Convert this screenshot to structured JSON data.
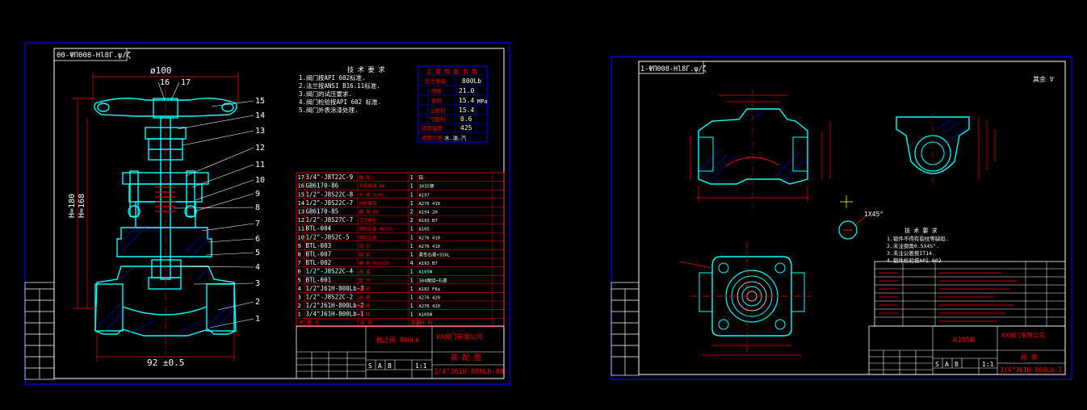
{
  "colors": {
    "frame": "#0000ff",
    "border": "#ffffff",
    "body": "#00ffff",
    "dim": "#ff0000",
    "text": "#ffffff",
    "yellow": "#ffff00",
    "green": "#00ff00"
  },
  "sheet1": {
    "code_mirror": "00-ΨΠ008-Hl8Γ.ψ/ζ",
    "dim_top": "ø100",
    "dim_bottom": "92 ±0.5",
    "dim_h1": "H≈180",
    "dim_h2": "H≈168",
    "part_numbers": [
      "17",
      "16",
      "15",
      "14",
      "13",
      "12",
      "11",
      "10",
      "9",
      "8",
      "7",
      "6",
      "5",
      "4",
      "3",
      "2",
      "1"
    ],
    "notes_title": "技 术 要 求",
    "notes": [
      "1.阀门按API 602标准.",
      "2.法兰按ANSI B16.11标准.",
      "3.阀门的试压要求.",
      "4.阀门检验按API 602 标准.",
      "5.阀门外表涂漆处理."
    ],
    "spec": {
      "title": "主 要 性 能 参 数",
      "class_label": "压力等级",
      "class_value": "800Lb",
      "rows": [
        {
          "label": "壳体",
          "value": "21.0",
          "unit": ""
        },
        {
          "label": "密封",
          "value": "15.4",
          "unit": "MPa"
        },
        {
          "label": "上密封",
          "value": "15.4",
          "unit": ""
        },
        {
          "label": "气密封",
          "value": "0.6",
          "unit": ""
        }
      ],
      "temp_label": "适用温度",
      "temp_value": "425",
      "medium_label": "适用介质",
      "medium_value": "水.油.汽"
    },
    "bom": [
      {
        "no": "17",
        "code": "3/4\"-J8T22C-9",
        "name": "螺 母",
        "qty": "1",
        "mat": "铝"
      },
      {
        "no": "16",
        "code": "GB6170-86",
        "name": "手轮螺母 M8",
        "qty": "1",
        "mat": "1035钢"
      },
      {
        "no": "15",
        "code": "1/2\"-J8S22C-8",
        "name": "手 轮 A105",
        "qty": "1",
        "mat": "A197"
      },
      {
        "no": "14",
        "code": "1/2\"-J8S22C-7",
        "name": "阀杆螺母",
        "qty": "1",
        "mat": "A276 410"
      },
      {
        "no": "13",
        "code": "GB6170-85",
        "name": "螺 母 M8",
        "qty": "2",
        "mat": "A194 2H"
      },
      {
        "no": "12",
        "code": "1/2\"-J8S27C-7",
        "name": "活节螺栓",
        "qty": "2",
        "mat": "A193 B7"
      },
      {
        "no": "11",
        "code": "BTL-004",
        "name": "填料压盖 M8X35",
        "qty": "1",
        "mat": "A105"
      },
      {
        "no": "10",
        "code": "1/2\"-J8S2C-5",
        "name": "填料压套",
        "qty": "1",
        "mat": "A276 410"
      },
      {
        "no": "9",
        "code": "BTL-003",
        "name": "销 钉",
        "qty": "1",
        "mat": "A276 410"
      },
      {
        "no": "8",
        "code": "BTL-007",
        "name": "填 料",
        "qty": "1",
        "mat": "柔性石墨+316L"
      },
      {
        "no": "7",
        "code": "BTL-002",
        "name": "螺 栓 M10X30",
        "qty": "4",
        "mat": "A193 B7"
      },
      {
        "no": "6",
        "code": "1/2\"-J8S22C-4",
        "name": "阀 盖",
        "qty": "1",
        "mat": "A105N"
      },
      {
        "no": "5",
        "code": "BTL-001",
        "name": "垫 片",
        "qty": "1",
        "mat": "304缠绕+石墨"
      },
      {
        "no": "4",
        "code": "1/2\"J61H-800Lb-3",
        "name": "阀 杆",
        "qty": "1",
        "mat": "A182 F6a"
      },
      {
        "no": "3",
        "code": "1/2\"-J8S22C-2",
        "name": "阀 瓣",
        "qty": "1",
        "mat": "A276 420"
      },
      {
        "no": "2",
        "code": "1/2\"J61H-800Lb-2",
        "name": "阀 座",
        "qty": "1",
        "mat": "A276 420"
      },
      {
        "no": "1",
        "code": "3/4\"J61H-800Lb-1",
        "name": "阀 体",
        "qty": "1",
        "mat": "A105N"
      }
    ],
    "bom_header": {
      "no": "序 号",
      "code": "代 号",
      "name": "名 称",
      "qty": "数量",
      "mat": "材 料"
    },
    "title_block": {
      "title": "截止阀 800Lb",
      "company": "XX阀门有限公司",
      "doc": "装 配 图",
      "stage": [
        "S",
        "A",
        "B"
      ],
      "scale": "1:1",
      "drawing_no": "3/4\"J61H-800Lb-00"
    }
  },
  "sheet2": {
    "code_mirror": "1-ΨΠ008-Hl8Γ.ψ/ζ",
    "chamfer": "1X45°",
    "roughness_mark": "其余 ∇",
    "notes_title": "技 术 要 求",
    "notes": [
      "1.锻件不得有裂纹等缺陷.",
      "2.未注倒角0.5X45°.",
      "3.未注公差按IT14.",
      "4.锻件检验按API 602"
    ],
    "material": "A105N",
    "company": "XX阀门有限公司",
    "doc": "阀 体",
    "stage": [
      "S",
      "A",
      "B"
    ],
    "scale": "1:1",
    "drawing_no": "3/4\"J61H-800Lb-1"
  }
}
